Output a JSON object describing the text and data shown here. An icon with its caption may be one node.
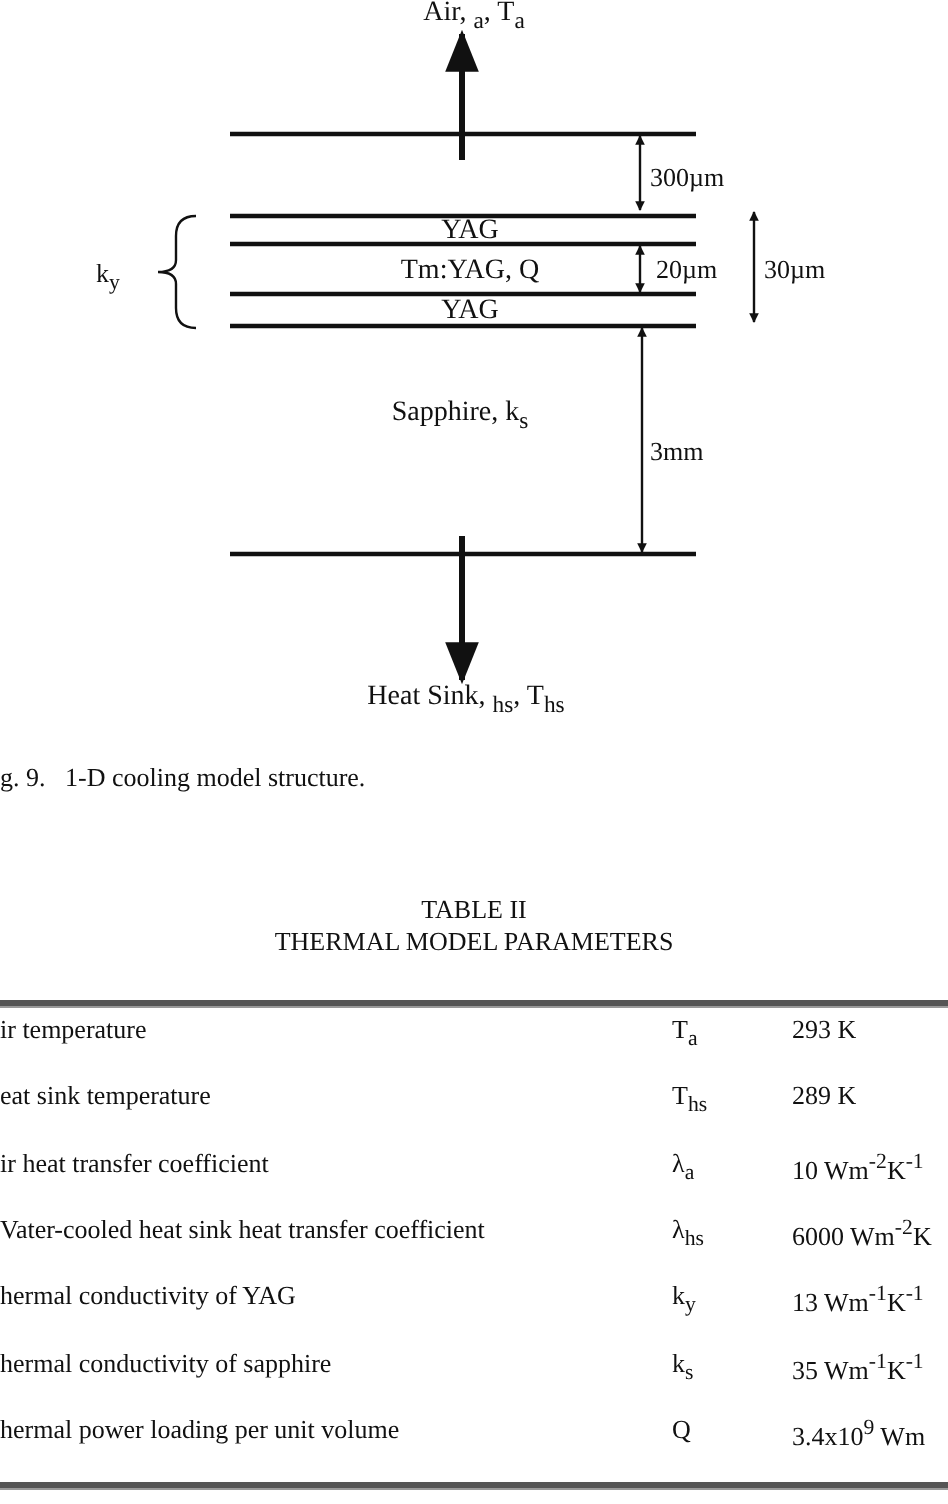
{
  "diagram": {
    "caption": "g. 9.   1-D cooling model structure.",
    "nodes": [
      {
        "text": [
          "Air, $_{a}$, T$_{a}$"
        ]
      },
      {
        "text": [
          "YAG"
        ]
      },
      {
        "text": [
          "Tm:YAG, Q"
        ]
      },
      {
        "text": [
          "YAG"
        ]
      },
      {
        "text": [
          "Sapphire, k$_{s}$"
        ]
      },
      {
        "text": [
          "Heat Sink, $_{hs}$, T$_{hs}$"
        ]
      }
    ],
    "edges": [
      {
        "from": null,
        "to": 0,
        "arrow": "to"
      },
      {
        "from": null,
        "to": 5,
        "arrow": "to"
      }
    ],
    "labels": [
      "300µm",
      "k$_{y}$",
      "20µm",
      "30µm",
      "3mm",
      "TABLE II",
      "THERMAL MODEL PARAMETERS",
      "ir temperature",
      "T$_{a}$",
      "293 K",
      "eat sink temperature",
      "T$_{hs}$",
      "289 K",
      "ir heat transfer coefficient",
      "λ$_{a}$",
      "10 Wm$^{-2}$K$^{-1}$",
      "Vater-cooled heat sink heat transfer coefficient",
      "λ$_{hs}$",
      "6000 Wm$^{-2}$K",
      "hermal conductivity of YAG",
      "k$_{y}$",
      "13 Wm$^{-1}$K$^{-1}$",
      "hermal conductivity of sapphire",
      "k$_{s}$",
      "35 Wm$^{-1}$K$^{-1}$",
      "hermal power loading per unit volume",
      "Q",
      "3.4x10$^{9}$ Wm"
    ]
  }
}
